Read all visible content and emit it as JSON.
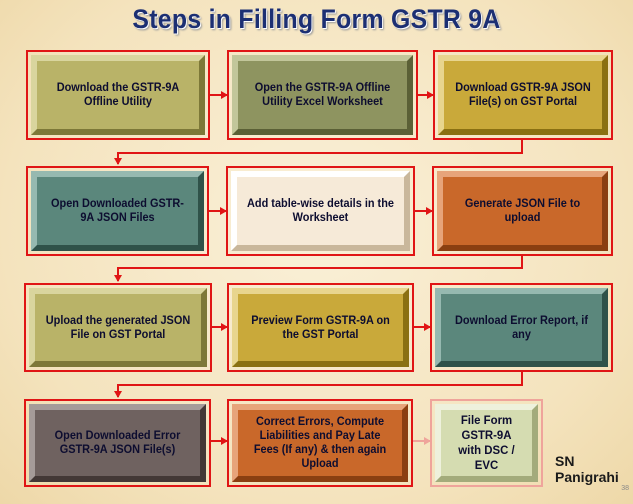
{
  "title": "Steps in Filling Form GSTR 9A",
  "steps": [
    {
      "text": "Download the GSTR-9A Offline Utility"
    },
    {
      "text": "Open the GSTR-9A Offline Utility Excel Worksheet"
    },
    {
      "text": "Download GSTR-9A JSON File(s) on GST Portal"
    },
    {
      "text": "Open Downloaded GSTR-9A JSON Files"
    },
    {
      "text": "Add table-wise details in the Worksheet"
    },
    {
      "text": "Generate JSON File to upload"
    },
    {
      "text": "Upload the generated JSON File on GST Portal"
    },
    {
      "text": "Preview Form GSTR-9A on the GST Portal"
    },
    {
      "text": "Download Error Report, if any"
    },
    {
      "text": "Open Downloaded Error GSTR-9A JSON File(s)"
    },
    {
      "text": "Correct Errors, Compute Liabilities and Pay Late Fees (If any) & then again Upload"
    },
    {
      "text": "File Form GSTR-9A with DSC / EVC"
    }
  ],
  "author": "SN Panigrahi",
  "page_number": "38",
  "colors": {
    "arrow": "#e01515",
    "arrow_light": "#efa49b",
    "title": "#1c2f73"
  }
}
